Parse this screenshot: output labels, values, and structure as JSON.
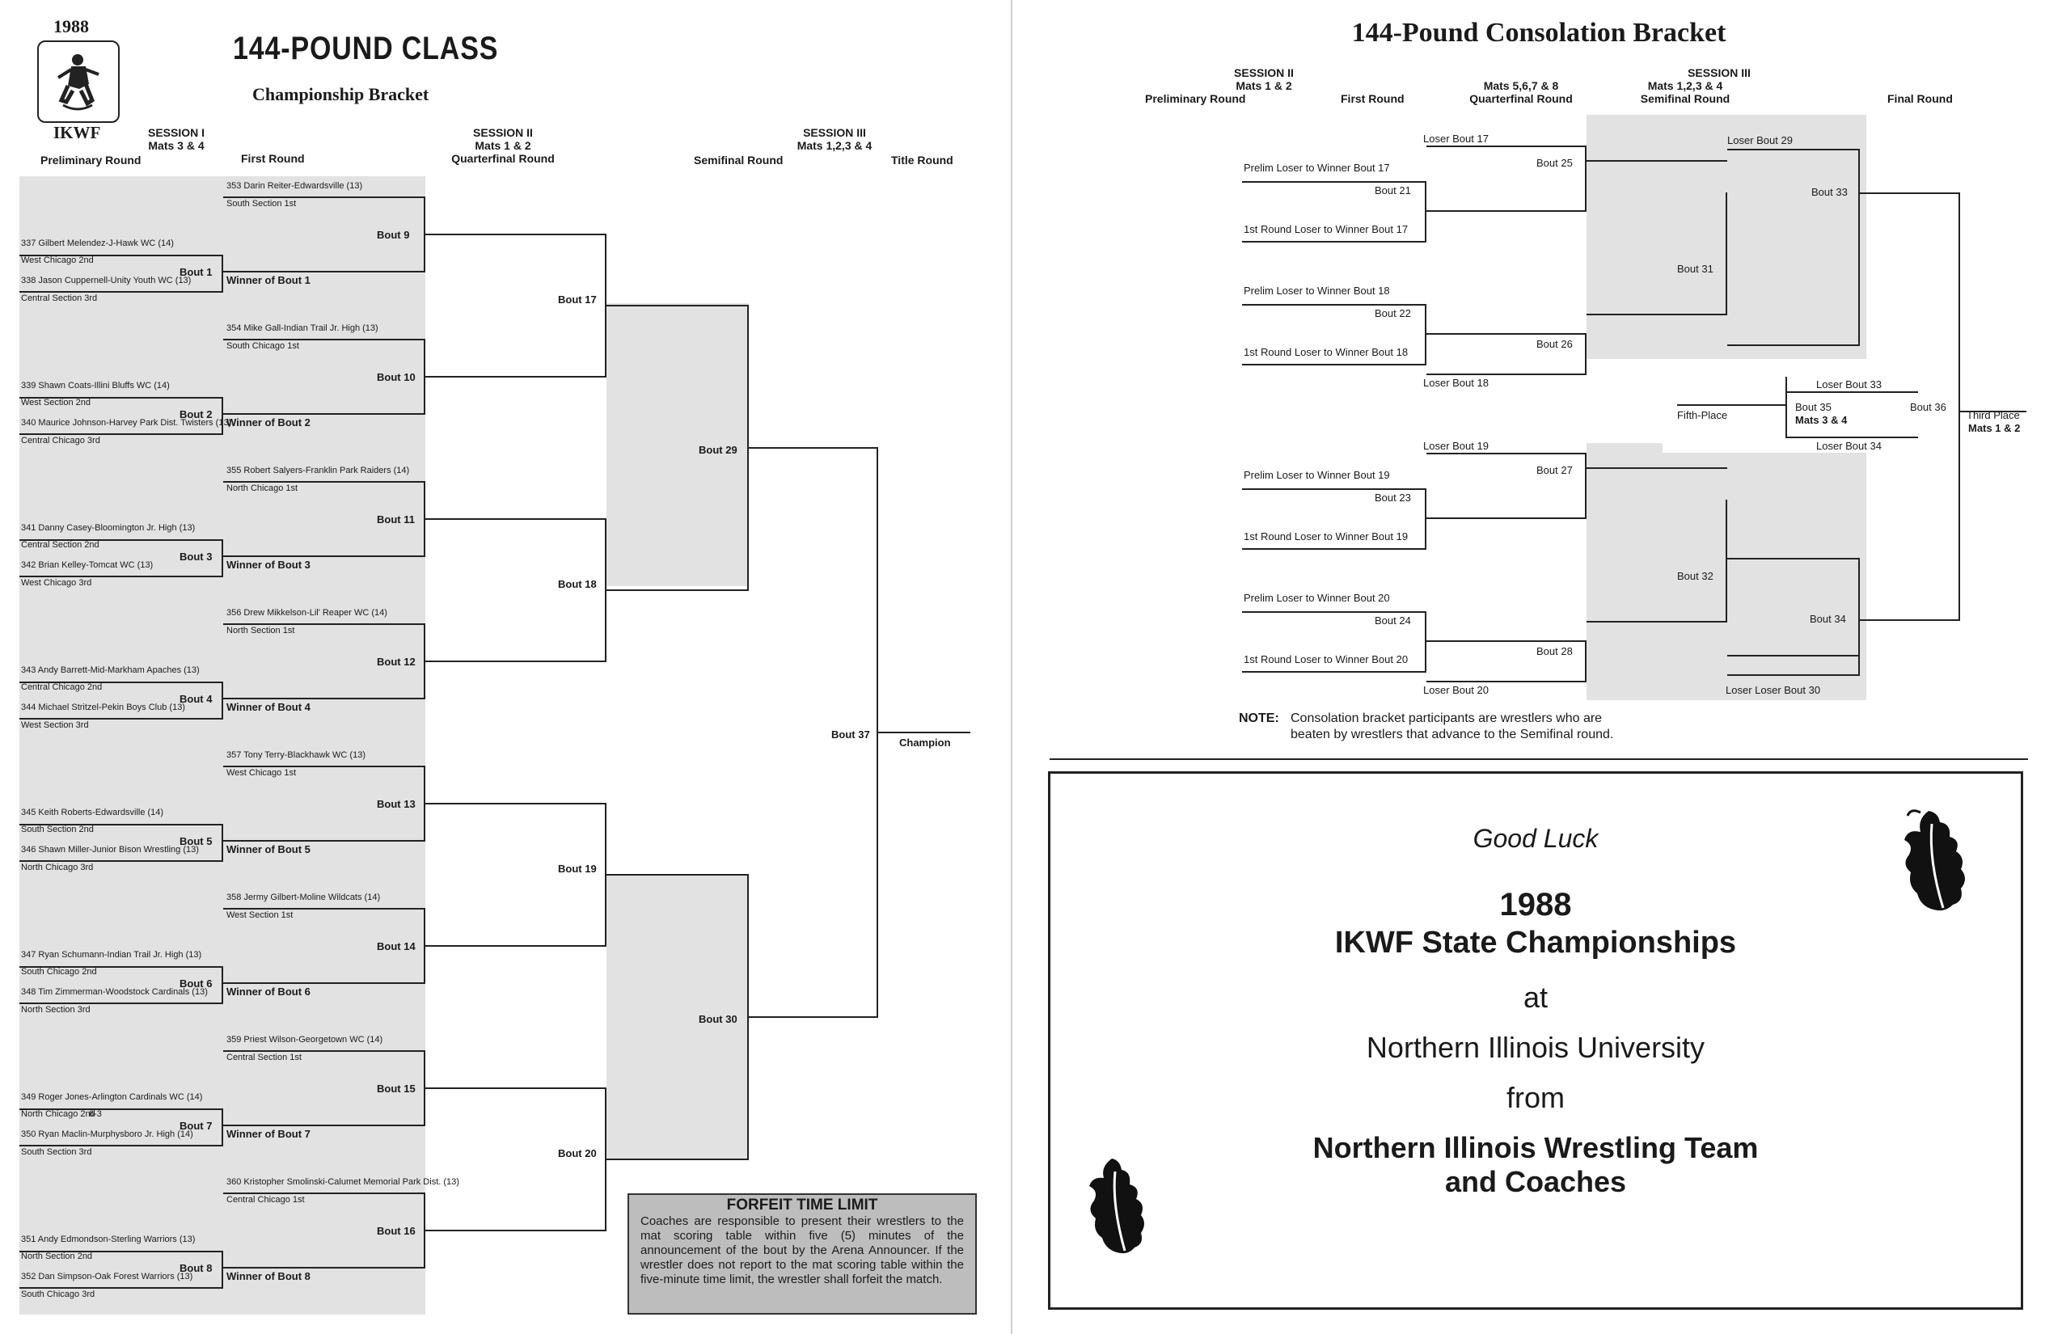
{
  "left": {
    "year": "1988",
    "org": "IKWF",
    "title": "144-POUND CLASS",
    "subtitle": "Championship Bracket",
    "headers": {
      "session1": "SESSION I",
      "mats34": "Mats 3 & 4",
      "prelim": "Preliminary Round",
      "first": "First Round",
      "session2": "SESSION II",
      "mats12": "Mats 1 & 2",
      "quarter": "Quarterfinal Round",
      "session3": "SESSION III",
      "mats1234": "Mats 1,2,3 & 4",
      "semi": "Semifinal Round",
      "title_round": "Title Round"
    },
    "prelim_bouts": [
      {
        "top_name": "337 Gilbert Melendez-J-Hawk WC (14)",
        "top_sec": "West Chicago 2nd",
        "bout": "Bout 1",
        "bot_name": "338 Jason Cuppernell-Unity Youth WC (13)",
        "bot_sec": "Central Section 3rd",
        "winner": "Winner of Bout 1",
        "score": ""
      },
      {
        "top_name": "339 Shawn Coats-Illini Bluffs WC (14)",
        "top_sec": "West Section 2nd",
        "bout": "Bout 2",
        "bot_name": "340 Maurice Johnson-Harvey Park Dist. Twisters (13)",
        "bot_sec": "Central Chicago 3rd",
        "winner": "Winner of Bout 2",
        "score": ""
      },
      {
        "top_name": "341 Danny Casey-Bloomington Jr. High (13)",
        "top_sec": "Central Section 2nd",
        "bout": "Bout 3",
        "bot_name": "342 Brian Kelley-Tomcat WC (13)",
        "bot_sec": "West Chicago 3rd",
        "winner": "Winner of Bout 3",
        "score": ""
      },
      {
        "top_name": "343 Andy Barrett-Mid-Markham Apaches (13)",
        "top_sec": "Central Chicago 2nd",
        "bout": "Bout 4",
        "bot_name": "344 Michael Stritzel-Pekin Boys Club (13)",
        "bot_sec": "West Section 3rd",
        "winner": "Winner of Bout 4",
        "score": ""
      },
      {
        "top_name": "345 Keith Roberts-Edwardsville (14)",
        "top_sec": "South Section 2nd",
        "bout": "Bout 5",
        "bot_name": "346 Shawn Miller-Junior Bison Wrestling (13)",
        "bot_sec": "North Chicago 3rd",
        "winner": "Winner of Bout 5",
        "score": ""
      },
      {
        "top_name": "347 Ryan Schumann-Indian Trail Jr. High (13)",
        "top_sec": "South Chicago 2nd",
        "bout": "Bout 6",
        "bot_name": "348 Tim Zimmerman-Woodstock Cardinals (13)",
        "bot_sec": "North Section 3rd",
        "winner": "Winner of Bout 6",
        "score": ""
      },
      {
        "top_name": "349 Roger Jones-Arlington Cardinals WC (14)",
        "top_sec": "North Chicago 2nd",
        "bout": "Bout 7",
        "bot_name": "350 Ryan Maclin-Murphysboro Jr. High (14)",
        "bot_sec": "South Section 3rd",
        "winner": "Winner of Bout 7",
        "score": "6-3"
      },
      {
        "top_name": "351 Andy Edmondson-Sterling Warriors (13)",
        "top_sec": "North Section 2nd",
        "bout": "Bout 8",
        "bot_name": "352 Dan Simpson-Oak Forest Warriors (13)",
        "bot_sec": "South Chicago 3rd",
        "winner": "Winner of Bout 8",
        "score": ""
      }
    ],
    "first_round": [
      {
        "name": "353 Darin Reiter-Edwardsville (13)",
        "sec": "South Section 1st",
        "bout": "Bout 9"
      },
      {
        "name": "354 Mike Gall-Indian Trail Jr. High (13)",
        "sec": "South Chicago 1st",
        "bout": "Bout 10"
      },
      {
        "name": "355 Robert Salyers-Franklin Park Raiders (14)",
        "sec": "North Chicago 1st",
        "bout": "Bout 11"
      },
      {
        "name": "356 Drew Mikkelson-Lil' Reaper WC (14)",
        "sec": "North Section 1st",
        "bout": "Bout 12"
      },
      {
        "name": "357 Tony Terry-Blackhawk WC (13)",
        "sec": "West Chicago 1st",
        "bout": "Bout 13"
      },
      {
        "name": "358 Jermy Gilbert-Moline Wildcats (14)",
        "sec": "West Section 1st",
        "bout": "Bout 14"
      },
      {
        "name": "359 Priest Wilson-Georgetown WC (14)",
        "sec": "Central Section 1st",
        "bout": "Bout 15"
      },
      {
        "name": "360 Kristopher Smolinski-Calumet Memorial Park Dist. (13)",
        "sec": "Central Chicago 1st",
        "bout": "Bout 16"
      }
    ],
    "quarter_bouts": [
      "Bout 17",
      "Bout 18",
      "Bout 19",
      "Bout 20"
    ],
    "semi_bouts": [
      "Bout 29",
      "Bout 30"
    ],
    "final_bout": "Bout 37",
    "champion": "Champion",
    "forfeit": {
      "title": "FORFEIT TIME LIMIT",
      "text": "Coaches are responsible to present their wrestlers to the mat scoring table within five (5) minutes of the announcement of the bout by the Arena Announcer. If the wrestler does not report to the mat scoring table within the five-minute time limit, the wrestler shall forfeit the match."
    }
  },
  "right": {
    "title": "144-Pound Consolation Bracket",
    "headers": {
      "session2": "SESSION II",
      "mats12": "Mats 1 & 2",
      "prelim": "Preliminary Round",
      "first": "First Round",
      "session3": "SESSION III",
      "mats5678": "Mats 5,6,7 & 8",
      "quarter": "Quarterfinal Round",
      "mats1234": "Mats 1,2,3 & 4",
      "semi": "Semifinal Round",
      "final": "Final Round"
    },
    "groups": [
      {
        "loser_top": "Loser Bout 17",
        "prelim": "Prelim Loser to Winner Bout 17",
        "bout_a": "Bout 21",
        "first": "1st Round Loser to Winner Bout 17",
        "bout_b": "Bout 25",
        "loser_bot": ""
      },
      {
        "loser_top": "",
        "prelim": "Prelim Loser to Winner Bout 18",
        "bout_a": "Bout 22",
        "first": "1st Round Loser to Winner Bout 18",
        "bout_b": "Bout 26",
        "loser_bot": "Loser Bout 18"
      },
      {
        "loser_top": "Loser Bout 19",
        "prelim": "Prelim Loser to Winner Bout 19",
        "bout_a": "Bout 23",
        "first": "1st Round Loser to Winner Bout 19",
        "bout_b": "Bout 27",
        "loser_bot": ""
      },
      {
        "loser_top": "",
        "prelim": "Prelim Loser to Winner Bout 20",
        "bout_a": "Bout 24",
        "first": "1st Round Loser to Winner Bout 20",
        "bout_b": "Bout 28",
        "loser_bot": "Loser Bout 20"
      }
    ],
    "semi_bouts": [
      "Bout 31",
      "Bout 32"
    ],
    "loser_29": "Loser Bout 29",
    "loser_30": "Loser Loser Bout 30",
    "bout33": "Bout 33",
    "bout34": "Bout 34",
    "fifth": {
      "label": "Fifth-Place",
      "loser33": "Loser Bout 33",
      "bout35": "Bout 35",
      "mats34": "Mats 3 & 4",
      "loser34": "Loser Bout 34"
    },
    "bout36": "Bout 36",
    "third_place": "Third Place",
    "third_mats": "Mats 1 & 2",
    "note_label": "NOTE:",
    "note_line1": "Consolation bracket participants are wrestlers who are",
    "note_line2": "beaten by wrestlers that advance to the Semifinal round.",
    "good_luck": "Good Luck",
    "luck_year": "1988",
    "luck_event": "IKWF State Championships",
    "luck_at": "at",
    "luck_venue": "Northern Illinois University",
    "luck_from": "from",
    "luck_team1": "Northern Illinois Wrestling Team",
    "luck_team2": "and Coaches"
  }
}
